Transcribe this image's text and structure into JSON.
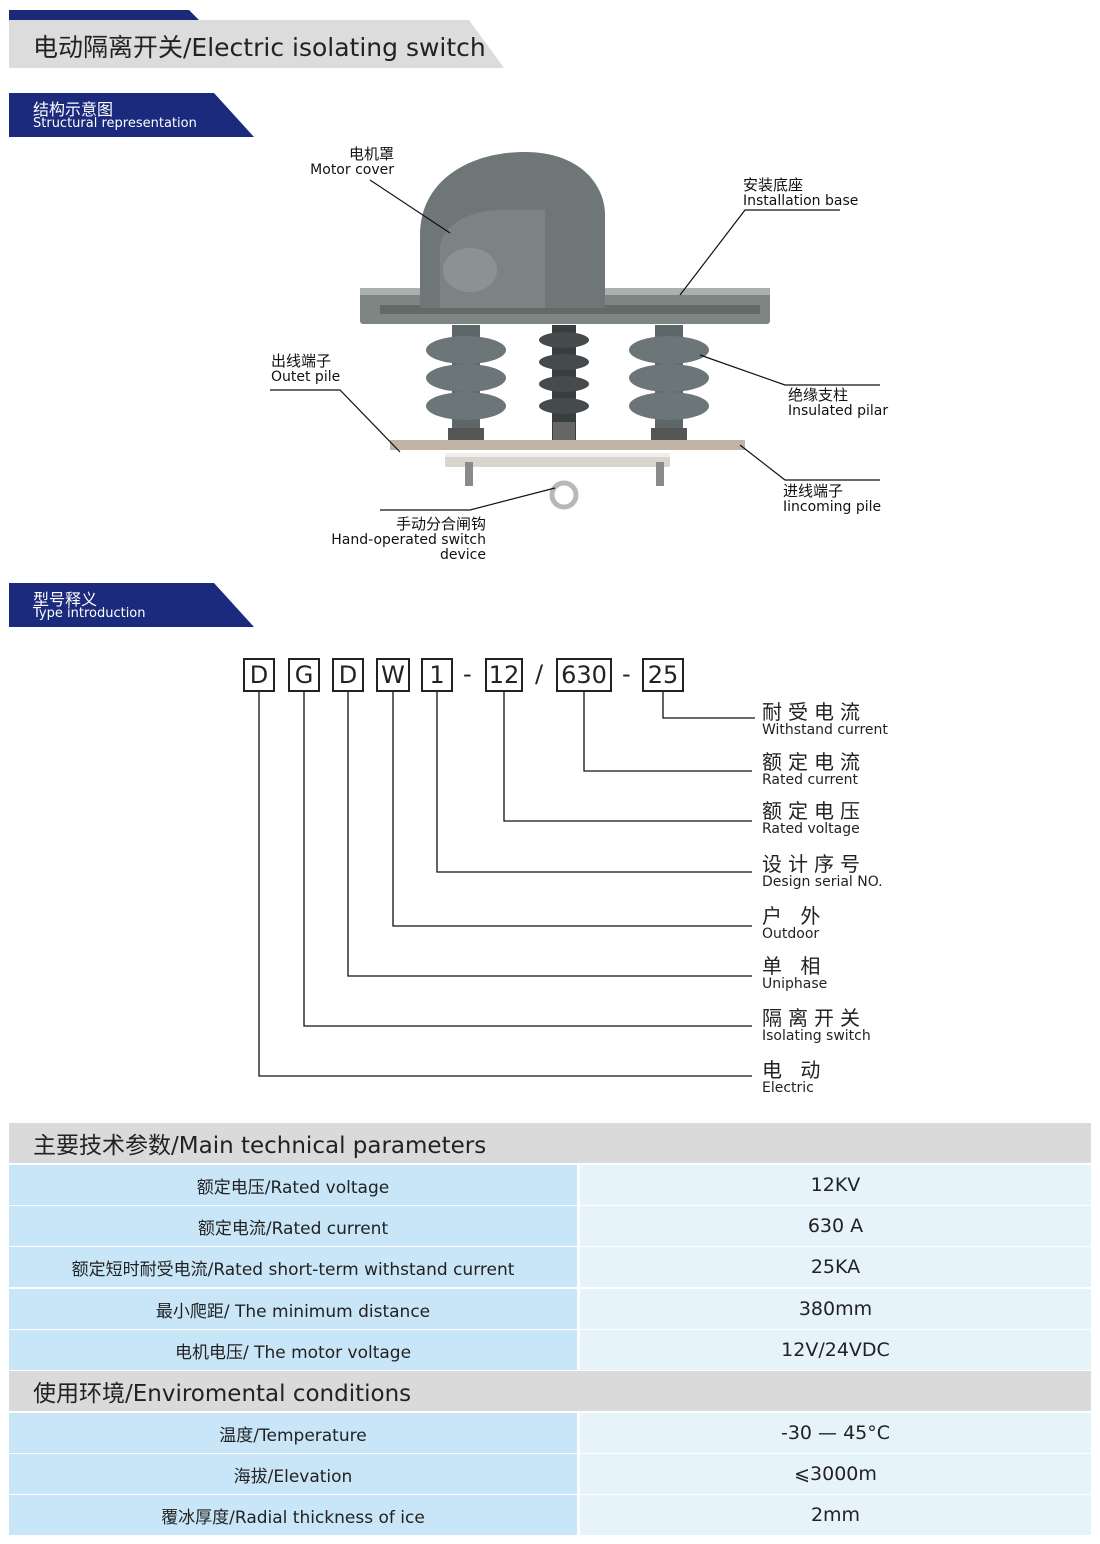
{
  "title": "电动隔离开关/Electric isolating switch",
  "structure_tag": {
    "cn": "结构示意图",
    "en": "Structural representation"
  },
  "structure_labels": {
    "motor_cover": {
      "cn": "电机罩",
      "en": "Motor cover"
    },
    "installation_base": {
      "cn": "安装底座",
      "en": "Installation base"
    },
    "outet_pile": {
      "cn": "出线端子",
      "en": "Outet pile"
    },
    "insulated_pilar": {
      "cn": "绝缘支柱",
      "en": "Insulated pilar"
    },
    "incoming_pile": {
      "cn": "进线端子",
      "en": "Iincoming pile"
    },
    "hand_operated": {
      "cn": "手动分合闸钩",
      "en": "Hand-operated switch device"
    }
  },
  "type_tag": {
    "cn": "型号释义",
    "en": "Type introduction"
  },
  "type_code": {
    "boxes": [
      "D",
      "G",
      "D",
      "W",
      "1",
      "12",
      "630",
      "25"
    ],
    "separators": [
      "-",
      "/",
      "-"
    ],
    "meanings": [
      {
        "cn": "耐受电流",
        "en": "Withstand current"
      },
      {
        "cn": "额定电流",
        "en": "Rated current"
      },
      {
        "cn": "额定电压",
        "en": "Rated voltage"
      },
      {
        "cn": "设计序号",
        "en": "Design serial NO."
      },
      {
        "cn": "户 外",
        "en": "Outdoor"
      },
      {
        "cn": "单 相",
        "en": "Uniphase"
      },
      {
        "cn": "隔离开关",
        "en": "Isolating switch"
      },
      {
        "cn": "电 动",
        "en": "Electric"
      }
    ]
  },
  "main_params": {
    "heading": "主要技术参数/Main technical parameters",
    "rows": [
      {
        "label": "额定电压/Rated voltage",
        "value": "12KV"
      },
      {
        "label": "额定电流/Rated current",
        "value": "630 A"
      },
      {
        "label": "额定短时耐受电流/Rated short-term withstand current",
        "value": "25KA"
      },
      {
        "label": "最小爬距/ The minimum distance",
        "value": "380mm"
      },
      {
        "label": "电机电压/ The motor voltage",
        "value": "12V/24VDC"
      }
    ]
  },
  "env": {
    "heading": "使用环境/Enviromental conditions",
    "rows": [
      {
        "label": "温度/Temperature",
        "value": "-30 — 45°C"
      },
      {
        "label": "海拔/Elevation",
        "value": "⩽3000m"
      },
      {
        "label": "覆冰厚度/Radial thickness of ice",
        "value": "2mm"
      }
    ]
  }
}
